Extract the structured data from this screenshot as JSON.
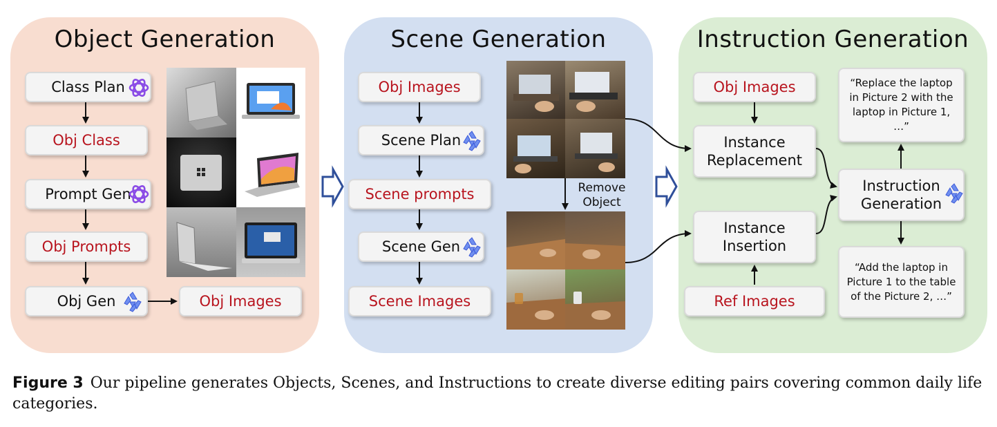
{
  "panels": {
    "object": {
      "title": "Object Generation",
      "boxes": {
        "class_plan": "Class Plan",
        "obj_class": "Obj Class",
        "prompt_gen": "Prompt Gen",
        "obj_prompts": "Obj Prompts",
        "obj_gen": "Obj Gen",
        "obj_images": "Obj Images"
      }
    },
    "scene": {
      "title": "Scene Generation",
      "boxes": {
        "obj_images": "Obj Images",
        "scene_plan": "Scene Plan",
        "scene_prompts": "Scene prompts",
        "scene_gen": "Scene Gen",
        "scene_images": "Scene Images"
      },
      "remove_object_label": "Remove Object"
    },
    "instruction": {
      "title": "Instruction Generation",
      "boxes": {
        "obj_images": "Obj Images",
        "instance_replacement": "Instance Replacement",
        "instance_insertion": "Instance Insertion",
        "ref_images": "Ref Images",
        "instruction_generation": "Instruction Generation",
        "quote_replace": "“Replace the laptop in Picture 2 with the laptop in Picture 1, …”",
        "quote_add": "“Add the laptop in Picture 1 to the table of the Picture 2, …”"
      }
    }
  },
  "icons": {
    "gpt": "openai-logo-icon",
    "qwen": "qwen-logo-icon"
  },
  "colors": {
    "object_panel": "#f8ddd0",
    "scene_panel": "#d3dff1",
    "instruction_panel": "#dbedd4",
    "red_text": "#b8141e",
    "gpt_purple": "#8a4be6",
    "qwen_blue": "#5b73e8"
  },
  "caption": {
    "label": "Figure 3",
    "text": "Our pipeline generates Objects, Scenes, and Instructions to create diverse editing pairs covering common daily life categories."
  }
}
